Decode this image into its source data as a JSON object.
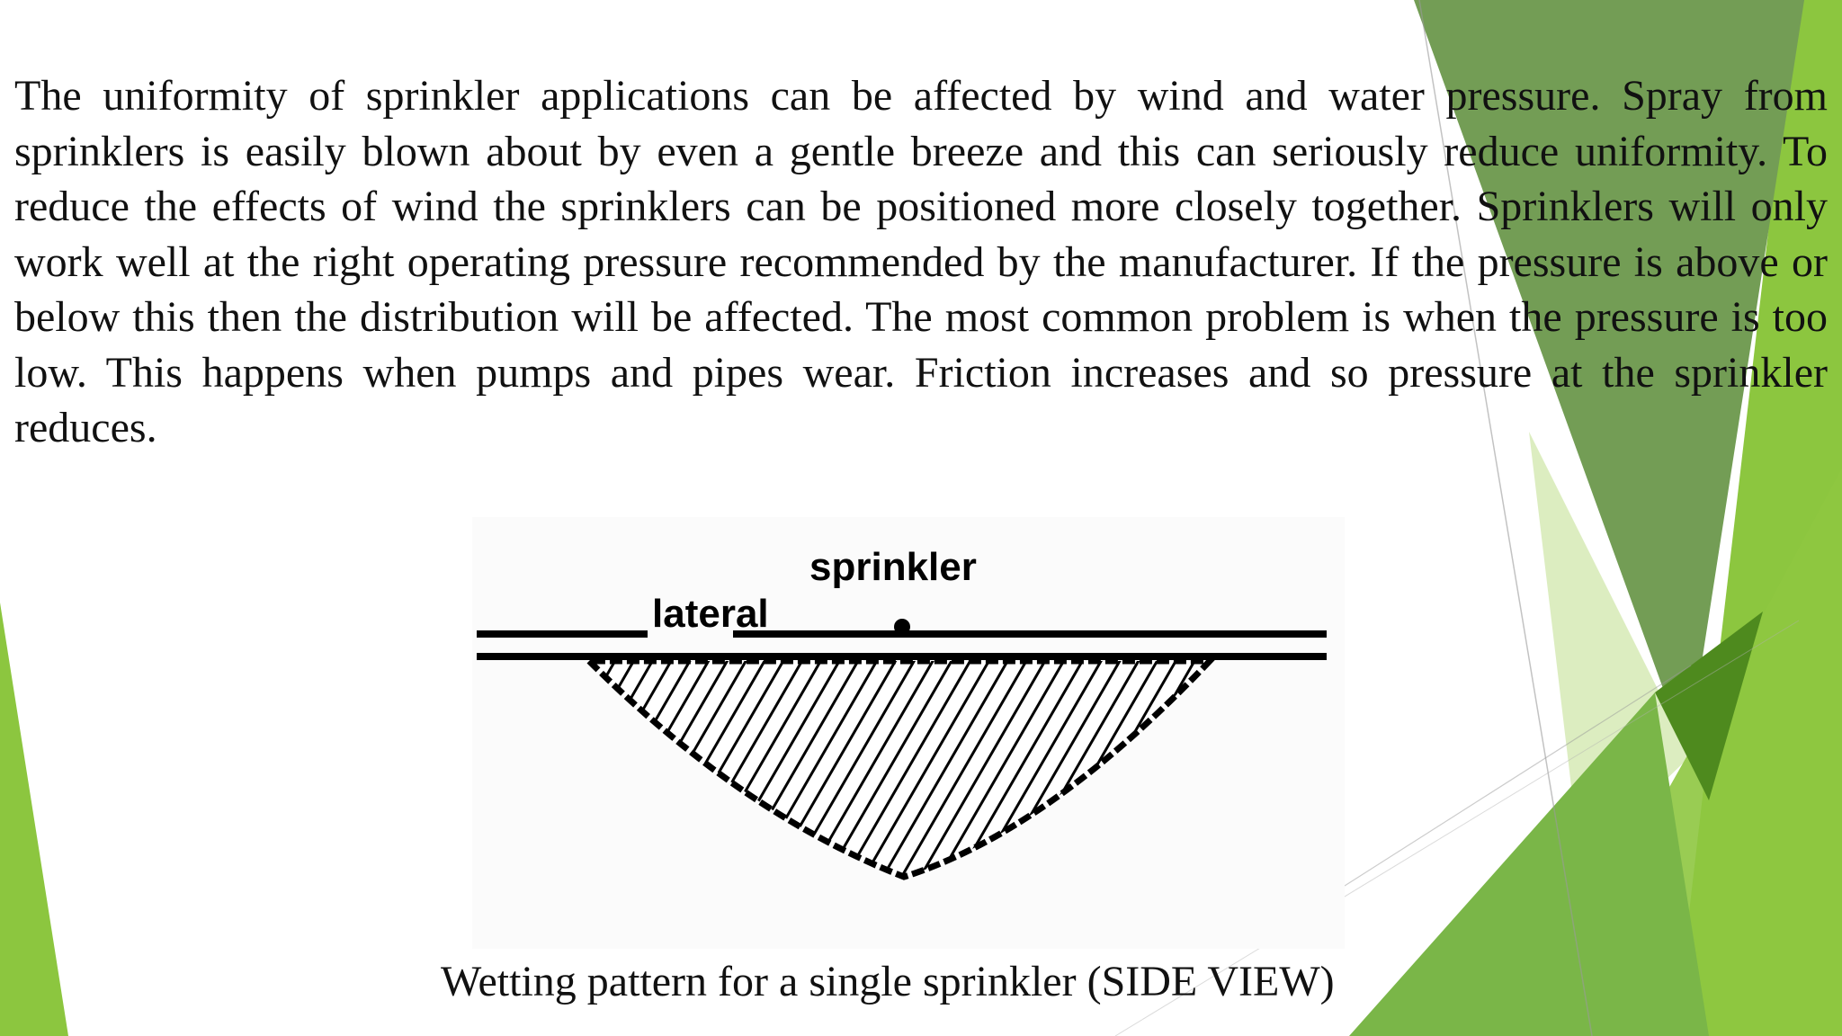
{
  "slide": {
    "paragraph": "The uniformity of sprinkler applications can be affected by wind and water pressure. Spray from sprinklers is easily blown about by even a gentle breeze and this can seriously reduce uniformity. To reduce the effects of wind the sprinklers can be positioned more closely together. Sprinklers will only work well at the right operating pressure recommended by the manufacturer. If the pressure is above or below this then the distribution will be affected. The most common problem is when the pressure is too low. This happens when pumps and pipes wear. Friction increases and so pressure at the sprinkler reduces.",
    "figure": {
      "label_sprinkler": "sprinkler",
      "label_lateral": "lateral",
      "caption": "Wetting pattern for a single sprinkler (SIDE VIEW)"
    }
  },
  "theme": {
    "accent_light": "#8fc43a",
    "accent_mid": "#74a84a",
    "accent_dark": "#4f8b22",
    "accent_pale": "#cfe6a8"
  }
}
